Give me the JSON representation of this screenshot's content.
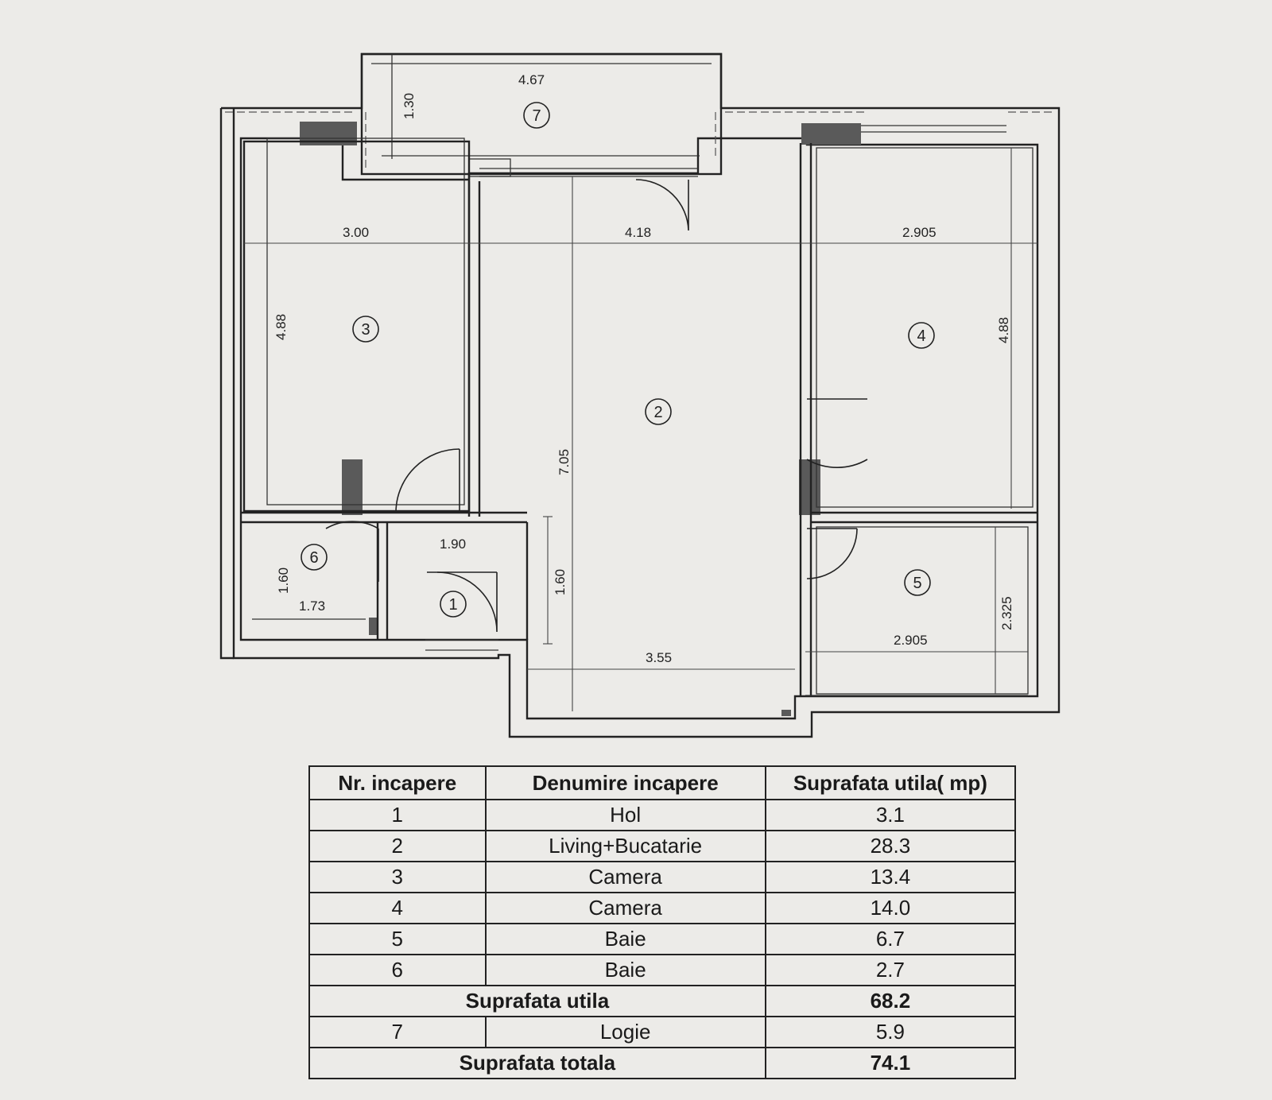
{
  "plan": {
    "dimensions": {
      "loggia_width": "4.67",
      "loggia_depth": "1.30",
      "room3_width": "3.00",
      "room2_width": "4.18",
      "room4_width": "2.905",
      "room3_depth": "4.88",
      "room4_depth": "4.88",
      "room2_depth": "7.05",
      "hall_width": "1.90",
      "hall_depth": "1.60",
      "bath6_depth": "1.60",
      "bath6_width": "1.73",
      "room2_bottom_width": "3.55",
      "bath5_width": "2.905",
      "bath5_depth": "2.325"
    },
    "room_numbers": [
      "1",
      "2",
      "3",
      "4",
      "5",
      "6",
      "7"
    ]
  },
  "table": {
    "headers": [
      "Nr. incapere",
      "Denumire incapere",
      "Suprafata utila( mp)"
    ],
    "rows": [
      {
        "nr": "1",
        "name": "Hol",
        "area": "3.1"
      },
      {
        "nr": "2",
        "name": "Living+Bucatarie",
        "area": "28.3"
      },
      {
        "nr": "3",
        "name": "Camera",
        "area": "13.4"
      },
      {
        "nr": "4",
        "name": "Camera",
        "area": "14.0"
      },
      {
        "nr": "5",
        "name": "Baie",
        "area": "6.7"
      },
      {
        "nr": "6",
        "name": "Baie",
        "area": "2.7"
      }
    ],
    "subtotal_label": "Suprafata utila",
    "subtotal_value": "68.2",
    "loggia": {
      "nr": "7",
      "name": "Logie",
      "area": "5.9"
    },
    "total_label": "Suprafata totala",
    "total_value": "74.1"
  }
}
